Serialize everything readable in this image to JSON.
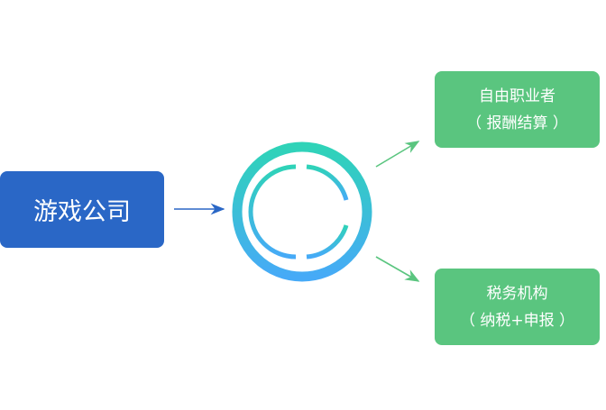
{
  "source": {
    "label": "游戏公司"
  },
  "targets": [
    {
      "line1": "自由职业者",
      "line2": "（ 报酬结算 ）"
    },
    {
      "line1": "税务机构",
      "line2": "（ 纳税+申报 ）"
    }
  ],
  "logo": {
    "icon": "platform-logo-icon",
    "gradient_top": "#2fd3b8",
    "gradient_bottom": "#46aaf7"
  },
  "colors": {
    "source_box": "#2a67c6",
    "target_box": "#5ac57f",
    "arrow_blue": "#2a67c6",
    "arrow_green": "#5ac57f"
  }
}
